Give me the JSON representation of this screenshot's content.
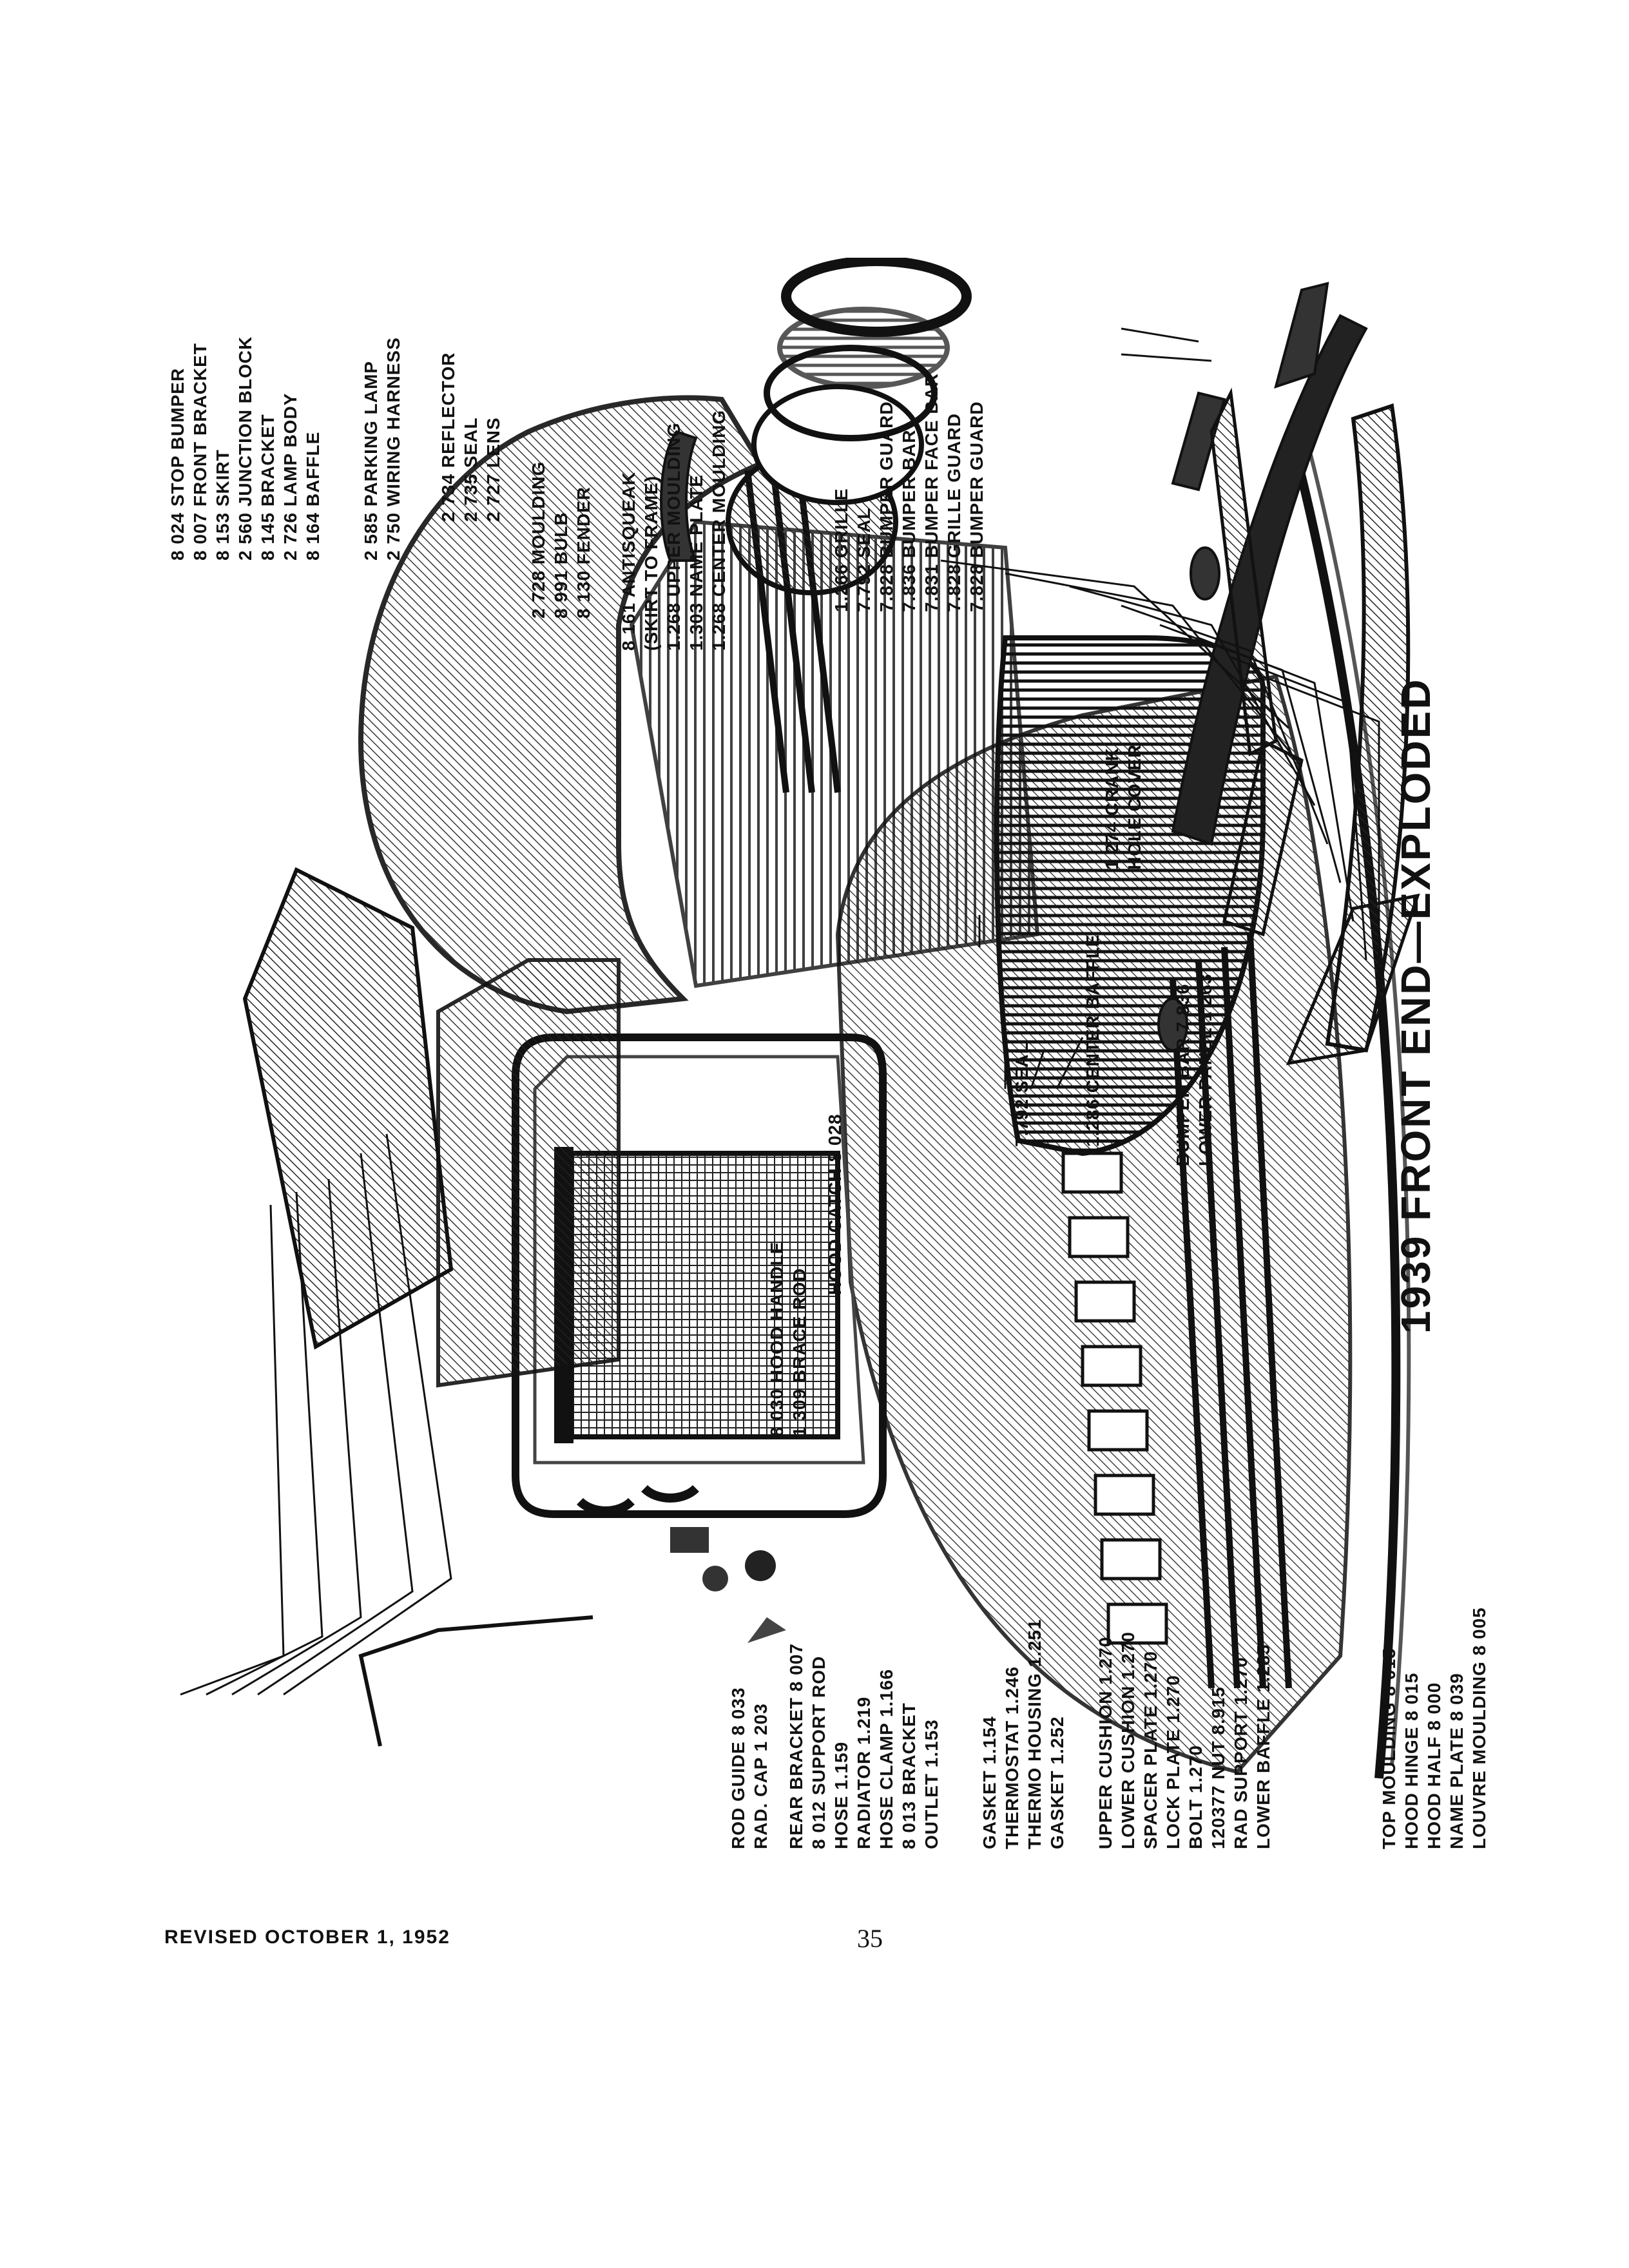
{
  "title": "1939 FRONT END—EXPLODED",
  "footer": {
    "revised": "REVISED OCTOBER 1, 1952",
    "page_number": "35"
  },
  "labels": {
    "top_moulding": "TOP MOULDING 8 015",
    "hood_hinge": "HOOD HINGE 8 015",
    "hood_half": "HOOD HALF 8 000",
    "name_plate_hood": "NAME PLATE 8 039",
    "louvre_moulding": "LOUVRE MOULDING 8 005",
    "hood_catch": "HOOD CATCH 8 028",
    "hood_handle": "8 030 HOOD HANDLE",
    "brace_rod": "1 309 BRACE ROD",
    "rod_guide": "ROD GUIDE 8 033",
    "rad_cap": "RAD. CAP 1 203",
    "rear_bracket": "REAR BRACKET 8 007",
    "support_rod": "8 012 SUPPORT ROD",
    "hose": "HOSE 1.159",
    "radiator": "RADIATOR 1.219",
    "hose_clamp": "HOSE CLAMP 1.166",
    "bracket_8013": "8 013 BRACKET",
    "outlet": "OUTLET 1.153",
    "gasket_1154": "GASKET 1.154",
    "thermostat": "THERMOSTAT 1.246",
    "thermo_housing": "THERMO HOUSING 1.251",
    "gasket_1252": "GASKET 1.252",
    "upper_cushion": "UPPER CUSHION 1.270",
    "lower_cushion": "LOWER CUSHION 1.270",
    "spacer_plate": "SPACER PLATE 1.270",
    "lock_plate": "LOCK PLATE 1.270",
    "bolt": "BOLT 1.270",
    "nut": "120377 NUT 8.915",
    "rad_support": "RAD SUPPORT 1.270",
    "lower_baffle": "LOWER BAFFLE 1.285",
    "stop_bumper": "8 024 STOP BUMPER",
    "front_bracket": "8 007 FRONT BRACKET",
    "skirt": "8 153 SKIRT",
    "junction_block": "2 560 JUNCTION BLOCK",
    "bracket_8145": "8 145 BRACKET",
    "lamp_body": "2 726 LAMP BODY",
    "baffle": "8 164 BAFFLE",
    "parking_lamp": "2 585 PARKING LAMP",
    "wiring_harness": "2 750 WIRING HARNESS",
    "reflector": "2 734 REFLECTOR",
    "seal_2735": "2 735 SEAL",
    "lens": "2 727 LENS",
    "moulding_2728": "2 728 MOULDING",
    "bulb": "8 991 BULB",
    "fender": "8 130 FENDER",
    "antisqueak": "8 161 ANTISQUEAK",
    "antisqueak_note": "(SKIRT TO FRAME)",
    "upper_moulding": "1.268 UPPER MOULDING",
    "name_plate_grille": "1.303 NAME PLATE",
    "center_moulding": "1.268 CENTER MOULDING",
    "grille": "1.266 GRILLE",
    "seal_7792_a": "7.792 SEAL",
    "bumper_guard_a": "7.828 BUMPER GUARD",
    "bumper_bar": "7.836 BUMPER BAR",
    "bumper_face_bar": "7.831 BUMPER FACE BAR",
    "grille_guard": "7.828 GRILLE GUARD",
    "bumper_guard_b": "7.828 BUMPER GUARD",
    "crank_hole_cover_1": "1 274 CRANK",
    "crank_hole_cover_2": "HOLE COVER",
    "seal_7792_b": "7.792 SEAL",
    "center_baffle": "1.286 CENTER BAFFLE",
    "bumper_bar_b": "BUMPER BAR 7 836",
    "lower_panel": "LOWER PANEL 1 263"
  },
  "colors": {
    "ink": "#111111",
    "paper": "#ffffff",
    "shade": "#555555"
  }
}
